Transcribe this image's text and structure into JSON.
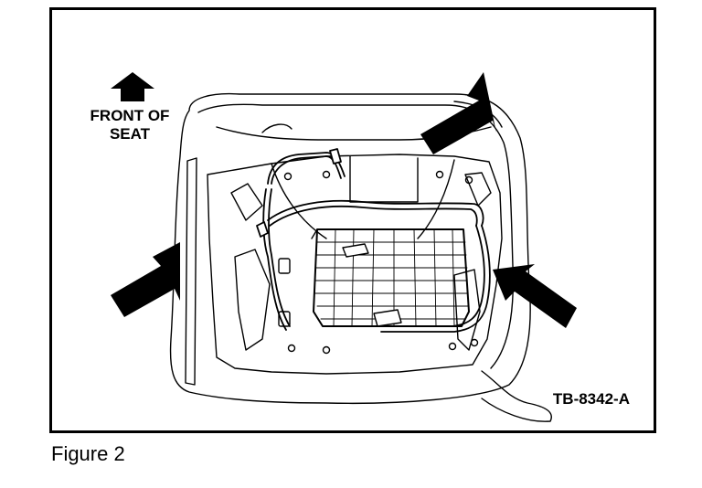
{
  "diagram": {
    "front_label": "FRONT OF\nSEAT",
    "figure_id": "TB-8342-A",
    "caption": "Figure 2",
    "icons": [
      "up-arrow-icon",
      "pointer-arrow-icon"
    ]
  }
}
